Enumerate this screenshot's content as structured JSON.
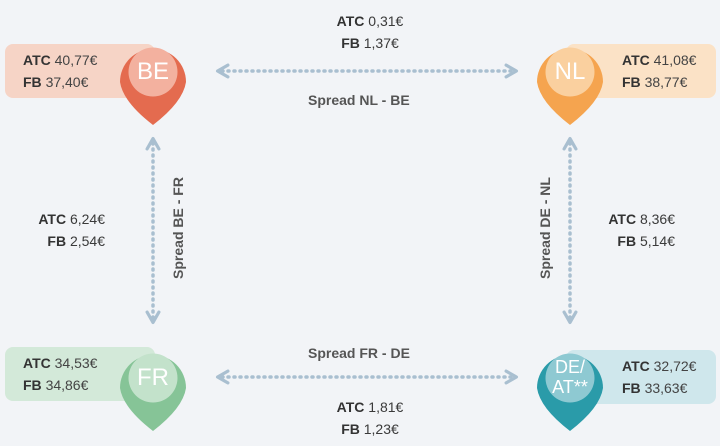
{
  "colors": {
    "be": "#e46b4f",
    "nl": "#f5a44f",
    "fr": "#86c497",
    "de": "#2a9ba9",
    "arrow": "#a9bfd0"
  },
  "nodes": {
    "be": {
      "code": "BE",
      "atc_label": "ATC",
      "atc": "40,77€",
      "fb_label": "FB",
      "fb": "37,40€"
    },
    "nl": {
      "code": "NL",
      "atc_label": "ATC",
      "atc": "41,08€",
      "fb_label": "FB",
      "fb": "38,77€"
    },
    "fr": {
      "code": "FR",
      "atc_label": "ATC",
      "atc": "34,53€",
      "fb_label": "FB",
      "fb": "34,86€"
    },
    "de": {
      "code_line1": "DE/",
      "code_line2": "AT**",
      "atc_label": "ATC",
      "atc": "32,72€",
      "fb_label": "FB",
      "fb": "33,63€"
    }
  },
  "spreads": {
    "nl_be": {
      "label": "Spread NL - BE",
      "atc_label": "ATC",
      "atc": "0,31€",
      "fb_label": "FB",
      "fb": "1,37€"
    },
    "fr_de": {
      "label": "Spread FR - DE",
      "atc_label": "ATC",
      "atc": "1,81€",
      "fb_label": "FB",
      "fb": "1,23€"
    },
    "be_fr": {
      "label": "Spread BE - FR",
      "atc_label": "ATC",
      "atc": "6,24€",
      "fb_label": "FB",
      "fb": "2,54€"
    },
    "de_nl": {
      "label": "Spread DE - NL",
      "atc_label": "ATC",
      "atc": "8,36€",
      "fb_label": "FB",
      "fb": "5,14€"
    }
  }
}
